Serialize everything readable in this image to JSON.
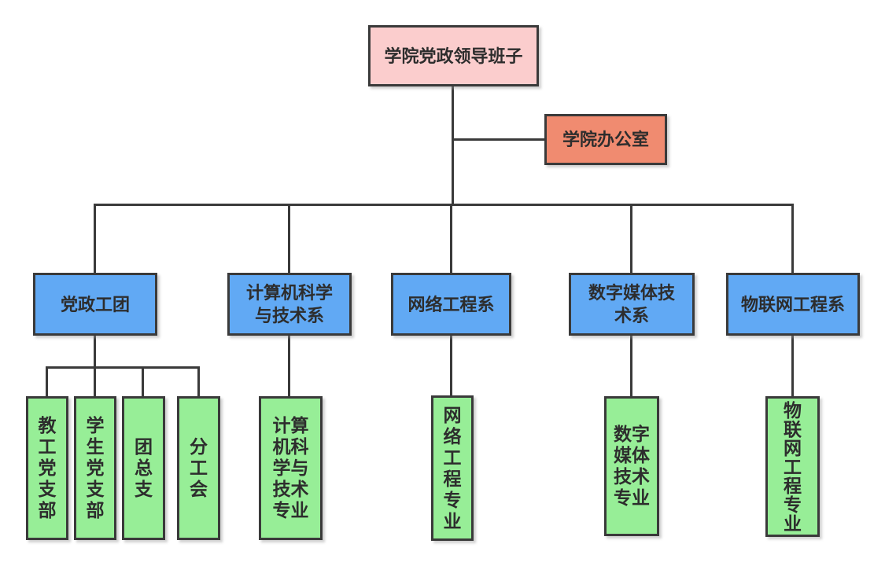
{
  "org": {
    "root": {
      "label": "学院党政领导班子"
    },
    "office": {
      "label": "学院办公室"
    },
    "departments": [
      {
        "label": "党政工团",
        "children": [
          "教工党支部",
          "学生党支部",
          "团总支",
          "分工会"
        ]
      },
      {
        "label": "计算机科学与技术系",
        "children": [
          "计算机科学与技术专业"
        ]
      },
      {
        "label": "网络工程系",
        "children": [
          "网络工程专业"
        ]
      },
      {
        "label": "数字媒体技术系",
        "children": [
          "数字媒体技术专业"
        ]
      },
      {
        "label": "物联网工程系",
        "children": [
          "物联网工程专业"
        ]
      }
    ],
    "colors": {
      "leadership_fill": "#fbcdcd",
      "office_fill": "#f08b70",
      "department_fill": "#61a9f4",
      "unit_fill": "#97ee97",
      "border_and_lines": "#3a3a3a",
      "text": "#2d2d2d",
      "background": "#ffffff"
    }
  }
}
